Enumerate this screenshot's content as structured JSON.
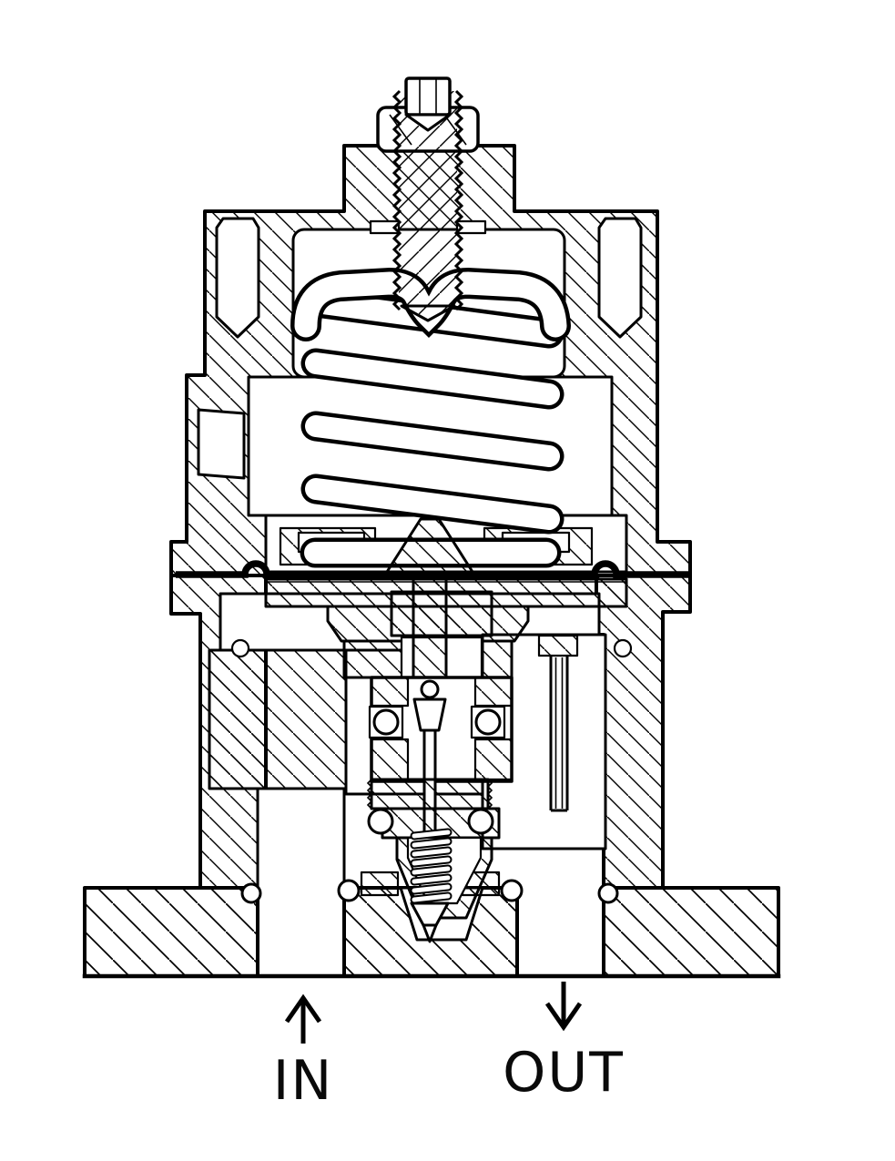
{
  "drawing": {
    "kind": "engineering-cross-section",
    "subject": "pressure regulator valve",
    "ink_color": "#000000",
    "paper_color": "#ffffff",
    "ports": {
      "inlet": {
        "label": "IN",
        "arrow": "up-arrow"
      },
      "outlet": {
        "label": "OUT",
        "arrow": "down-arrow"
      }
    },
    "components": [
      "adjusting-screw",
      "locknut",
      "bonnet",
      "bolt-hole",
      "main-spring",
      "spring-seat",
      "diaphragm",
      "diaphragm-plate",
      "valve-stem",
      "valve-cartridge",
      "poppet",
      "poppet-spring",
      "o-ring",
      "sensing-tube",
      "valve-body",
      "base-block",
      "inlet-channel",
      "outlet-channel"
    ]
  }
}
